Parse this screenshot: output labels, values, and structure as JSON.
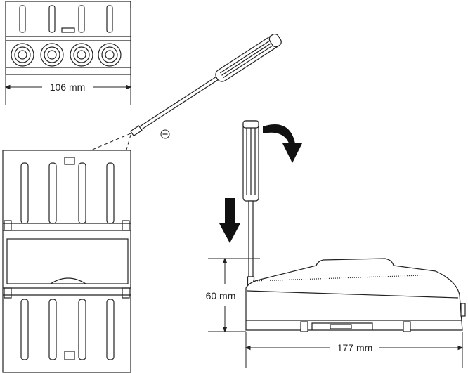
{
  "dimensions": {
    "width_top": "106 mm",
    "height_side": "60 mm",
    "width_side": "177 mm"
  },
  "polarity": {
    "symbol": "⊖"
  },
  "colors": {
    "line": "#222222",
    "fill": "#ffffff",
    "arrow": "#111111",
    "shade": "#e6e6e6"
  },
  "icons": {
    "tool": "screwdriver-icon",
    "rotate": "curved-arrow-icon",
    "push": "down-arrow-icon"
  }
}
